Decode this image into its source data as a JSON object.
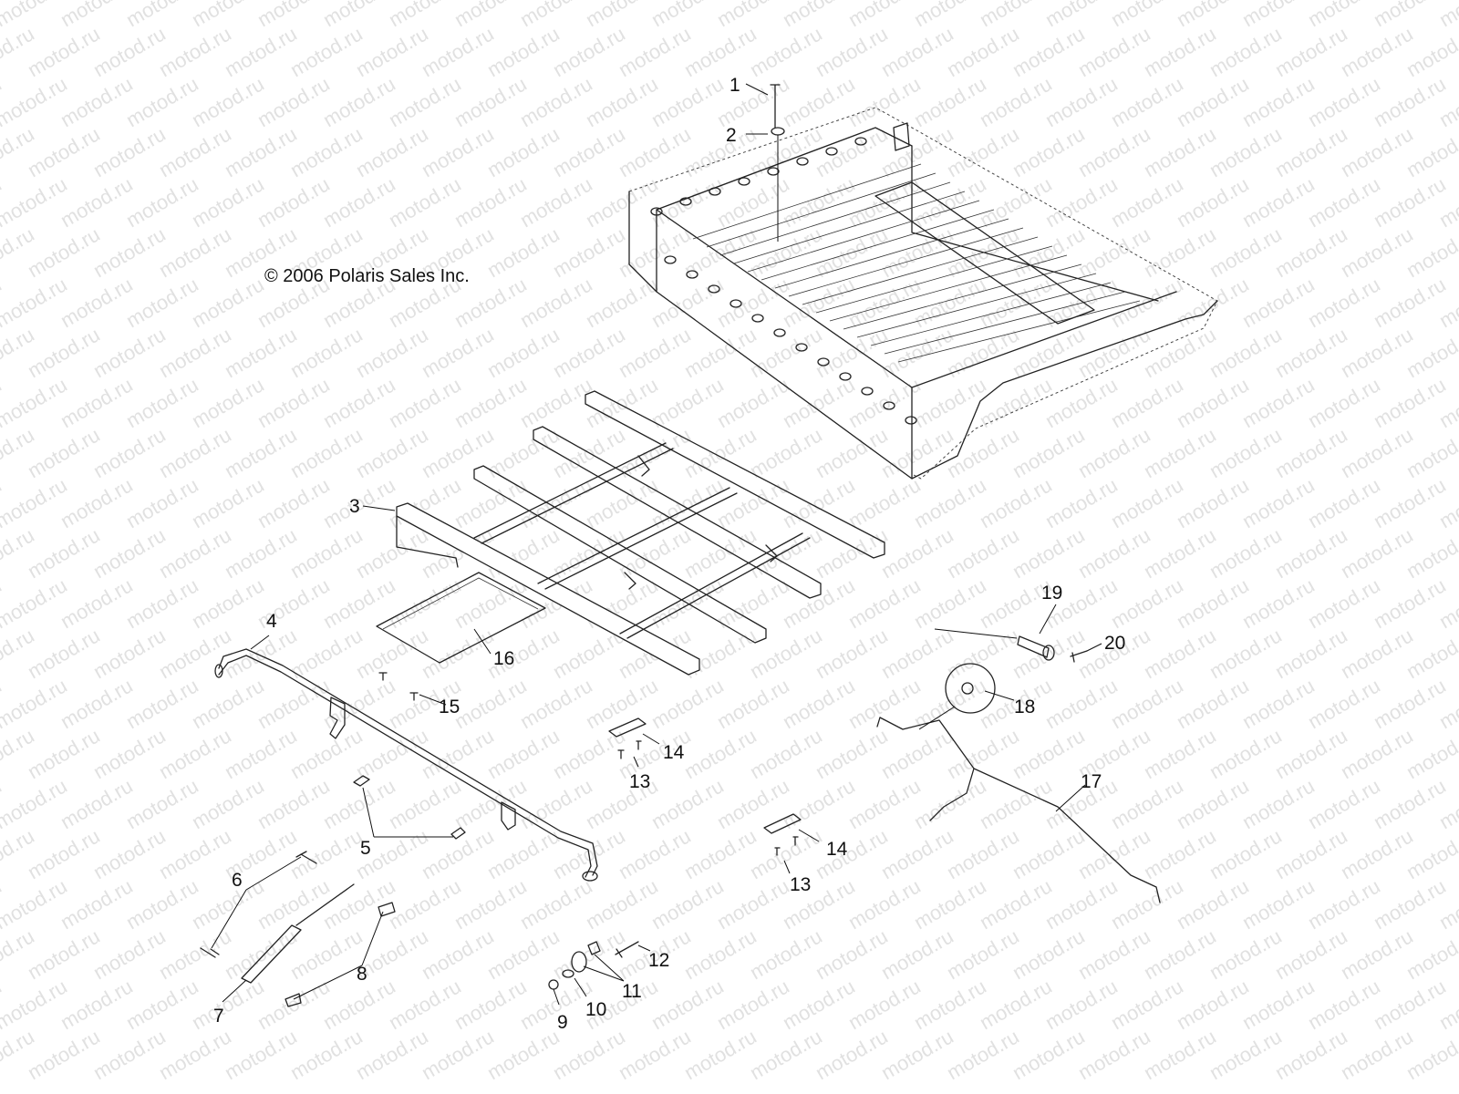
{
  "copyright": "© 2006 Polaris Sales Inc.",
  "watermark": "motod.ru",
  "callouts": [
    "1",
    "2",
    "3",
    "4",
    "5",
    "6",
    "7",
    "8",
    "9",
    "10",
    "11",
    "12",
    "13",
    "14",
    "15",
    "16",
    "17",
    "18",
    "19",
    "20"
  ],
  "colors": {
    "line": "#222222",
    "watermark": "#e1e1e1",
    "background": "#ffffff"
  }
}
